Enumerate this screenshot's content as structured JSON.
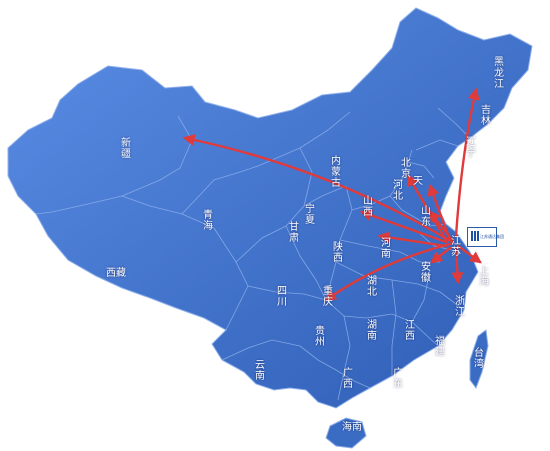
{
  "map": {
    "colors": {
      "land": "#3a6cc4",
      "land_light": "#5a8ae0",
      "border": "#8fb0ea",
      "arrow": "#e03a3a",
      "label": "#ffffff"
    },
    "provinces": {
      "xinjiang": "新疆",
      "xizang": "西藏",
      "qinghai": "青海",
      "gansu": "甘肃",
      "ningxia": "宁夏",
      "neimenggu": "内蒙古",
      "heilongjiang": "黑龙江",
      "jilin": "吉林",
      "liaoning": "辽宁",
      "beijing": "北京",
      "tianjin": "天",
      "hebei": "河北",
      "shanxi": "山西",
      "shandong": "山东",
      "shaanxi": "陕西",
      "henan": "河南",
      "jiangsu": "江苏",
      "shanghai": "上海",
      "anhui": "安徽",
      "hubei": "湖北",
      "sichuan": "四川",
      "chongqing": "重庆",
      "zhejiang": "浙江",
      "guizhou": "贵州",
      "hunan": "湖南",
      "jiangxi": "江西",
      "fujian": "福建",
      "yunnan": "云南",
      "guangxi": "广西",
      "guangdong": "广东",
      "taiwan": "台湾",
      "hainan": "海南"
    },
    "logo_text": "江苏通达集团"
  }
}
